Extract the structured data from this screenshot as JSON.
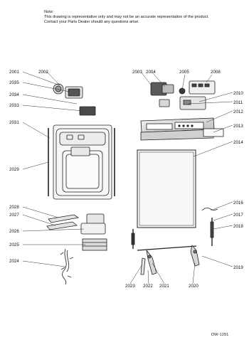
{
  "note": {
    "heading": "Note:",
    "line1": "This drawing is representative only and may not be an accurate representation of the product.",
    "line2": "Contact your Parts Dealer should any questions arise."
  },
  "callouts": {
    "p2001": "2001",
    "p2002": "2002",
    "p2035": "2035",
    "p2034": "2034",
    "p2033": "2033",
    "p2031": "2031",
    "p2029": "2029",
    "p2028": "2028",
    "p2027": "2027",
    "p2026": "2026",
    "p2025": "2025",
    "p2024": "2024",
    "p2003": "2003",
    "p2004": "2004",
    "p2005": "2005",
    "p2008": "2008",
    "p2010": "2010",
    "p2011": "2011",
    "p2012": "2012",
    "p2013": "2013",
    "p2014": "2014",
    "p2016": "2016",
    "p2017": "2017",
    "p2018": "2018",
    "p2019": "2019",
    "p2023": "2023",
    "p2022": "2022",
    "p2021": "2021",
    "p2020": "2020"
  },
  "doc_id": "DW-1291"
}
